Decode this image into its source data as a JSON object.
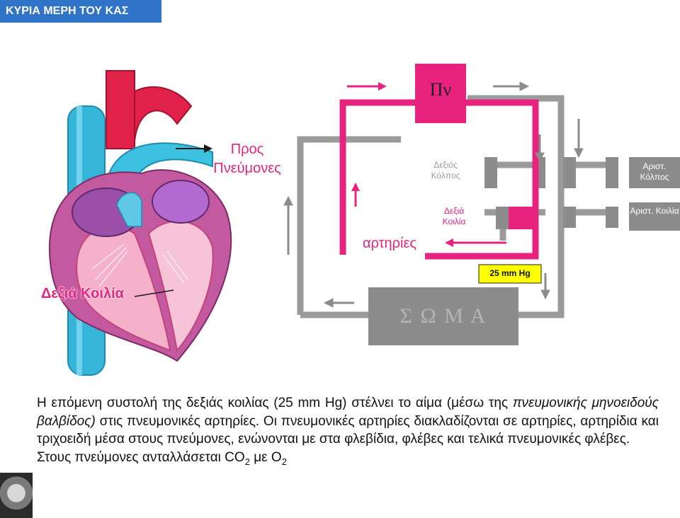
{
  "header": {
    "title": "ΚΥΡΙΑ ΜΕΡΗ ΤΟΥ ΚΑΣ"
  },
  "heart": {
    "to_lungs_label": "Προς Πνεύμονες",
    "right_ventricle_label": "Δεξιά Κοιλία"
  },
  "schema": {
    "lungs": "Πν",
    "right_atrium": "Δεξιός Κόλπος",
    "right_ventricle": "Δεξιά Κοιλία",
    "left_atrium": "Αριστ. Κόλπος",
    "left_ventricle": "Αριστ. Κοιλία",
    "arteries": "αρτηρίες",
    "pressure": "25 mm Hg",
    "body": "Σ Ω Μ Α"
  },
  "caption": {
    "part1": "Η επόμενη συστολή της δεξιάς κοιλίας (25 mm Hg) στέλνει το αίμα (μέσω της ",
    "part2_italic": "πνευμονικής μηνοειδούς βαλβίδος)",
    "part3": " στις πνευμονικές αρτηρίες. Οι πνευμονικές αρτηρίες διακλαδίζονται σε αρτηρίες, αρτηρίδια και τριχοειδή μέσα στους πνεύμονες, ενώνονται με στα φλεβίδια, φλέβες και τελικά πνευμονικές φλέβες.",
    "line_last_a": "Στους πνεύμονες ανταλλάσεται CO",
    "sub_2a": "2",
    "line_last_b": " με Ο",
    "sub_2b": "2"
  },
  "colors": {
    "pink": "#e8237f",
    "grey": "#9a9a9a",
    "dark_grey": "#8c8c8c",
    "header_blue": "#2f74c8",
    "pressure_yellow": "#ffff00"
  }
}
